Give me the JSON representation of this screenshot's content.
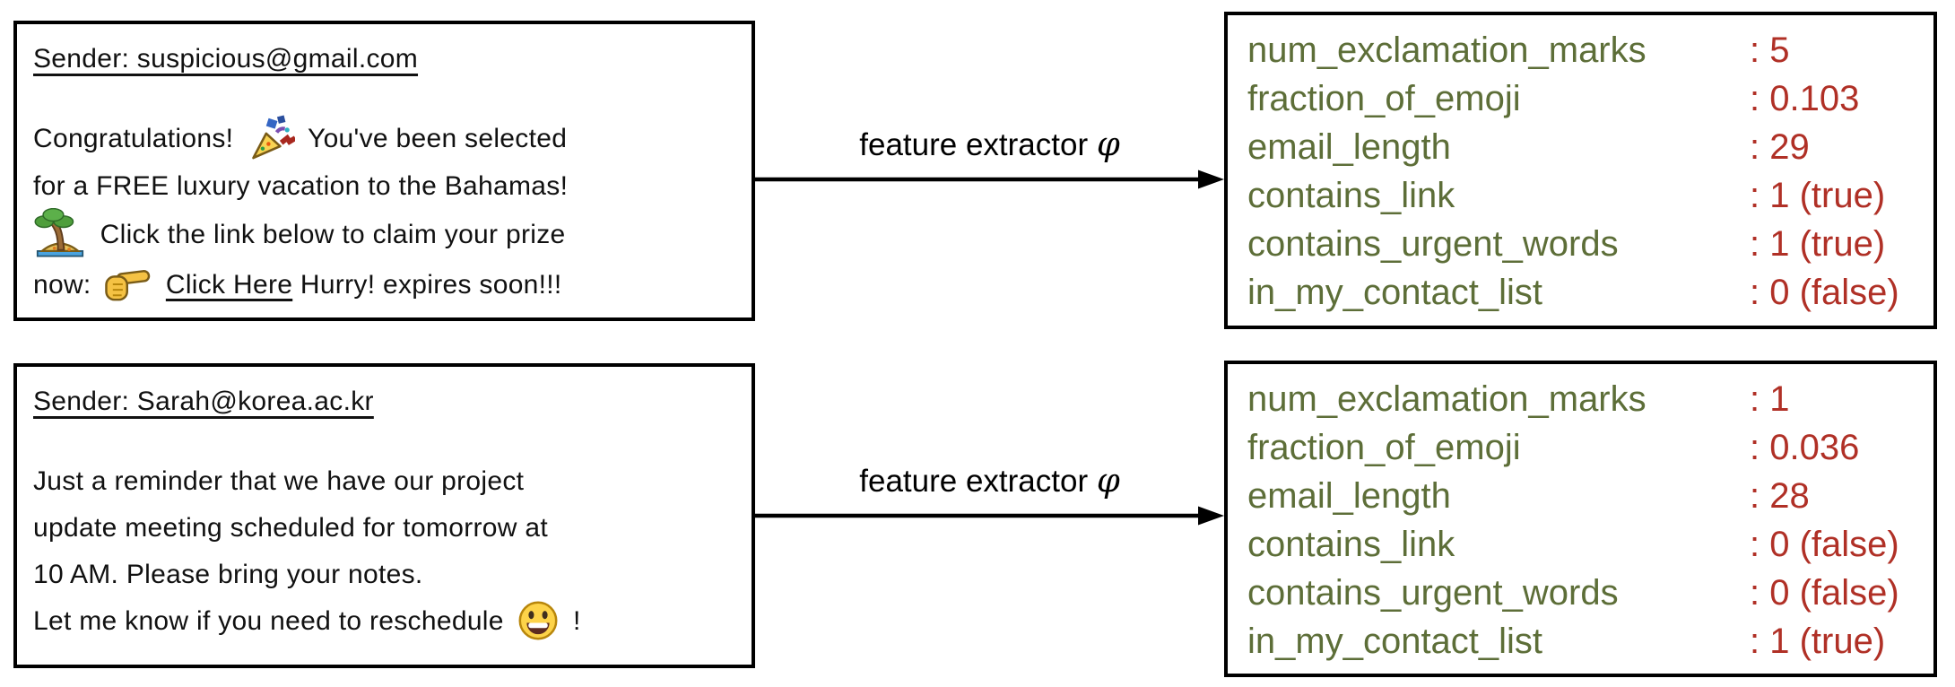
{
  "colors": {
    "feature_name": "#5d6e38",
    "feature_value": "#b03026",
    "box_border": "#000000",
    "canvas_background": "#ffffff",
    "email_text": "#111111",
    "arrow": "#000000"
  },
  "arrow_label": {
    "text": "feature extractor",
    "symbol": "φ"
  },
  "icons": {
    "party_popper": {
      "name": "party-popper-icon",
      "char": "🎉"
    },
    "desert_island": {
      "name": "desert-island-icon",
      "char": "🏝️"
    },
    "pointing_finger": {
      "name": "backhand-index-pointing-right-icon",
      "char": "👉"
    },
    "grinning_face": {
      "name": "grinning-face-icon",
      "char": "😀"
    }
  },
  "rows": [
    {
      "email": {
        "sender": "Sender: suspicious@gmail.com",
        "lines": {
          "l1": {
            "t1": "Congratulations!",
            "t2": "You've been selected"
          },
          "l2": {
            "t1": "for a FREE luxury vacation to the Bahamas!"
          },
          "l3": {
            "t1": "Click the link below to claim your prize"
          },
          "l4": {
            "t1": "now:",
            "link": "Click Here",
            "t2": "Hurry! expires soon!!!"
          }
        }
      },
      "features": [
        {
          "name": "num_exclamation_marks",
          "value": ": 5"
        },
        {
          "name": "fraction_of_emoji",
          "value": ": 0.103"
        },
        {
          "name": "email_length",
          "value": ": 29"
        },
        {
          "name": "contains_link",
          "value": ": 1 (true)"
        },
        {
          "name": "contains_urgent_words",
          "value": ": 1 (true)"
        },
        {
          "name": "in_my_contact_list",
          "value": ": 0 (false)"
        }
      ]
    },
    {
      "email": {
        "sender": "Sender: Sarah@korea.ac.kr",
        "lines": {
          "l1": {
            "t1": "Just a reminder that we have our project"
          },
          "l2": {
            "t1": "update meeting scheduled for tomorrow at"
          },
          "l3": {
            "t1": "10 AM. Please bring your notes."
          },
          "l4": {
            "t1": "Let me know if you need to reschedule",
            "t2": "!"
          }
        }
      },
      "features": [
        {
          "name": "num_exclamation_marks",
          "value": ": 1"
        },
        {
          "name": "fraction_of_emoji",
          "value": ": 0.036"
        },
        {
          "name": "email_length",
          "value": ": 28"
        },
        {
          "name": "contains_link",
          "value": ": 0 (false)"
        },
        {
          "name": "contains_urgent_words",
          "value": ": 0 (false)"
        },
        {
          "name": "in_my_contact_list",
          "value": ": 1 (true)"
        }
      ]
    }
  ]
}
